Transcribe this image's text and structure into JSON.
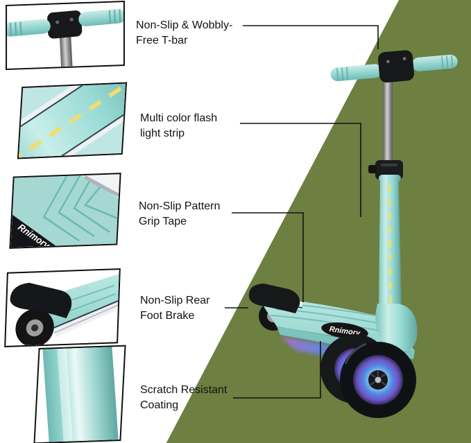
{
  "brand": "Rnimory",
  "colors": {
    "green": "#6d7f41",
    "ink": "#121212",
    "teal": "#a7dcd6",
    "teal_dark": "#6fbcb5",
    "light_strip_yellow": "#f1dd6f",
    "led_blue": "#528ae0",
    "led_purple": "#9a6fe0",
    "silver": "#c2c2c2"
  },
  "callouts": [
    {
      "id": "t-bar",
      "label": "Non-Slip & Wobbly-\nFree T-bar"
    },
    {
      "id": "light-strip",
      "label": "Multi color flash\nlight strip"
    },
    {
      "id": "grip-tape",
      "label": "Non-Slip Pattern\nGrip Tape"
    },
    {
      "id": "rear-brake",
      "label": "Non-Slip Rear\nFoot Brake"
    },
    {
      "id": "coating",
      "label": "Scratch Resistant\nCoating"
    }
  ]
}
